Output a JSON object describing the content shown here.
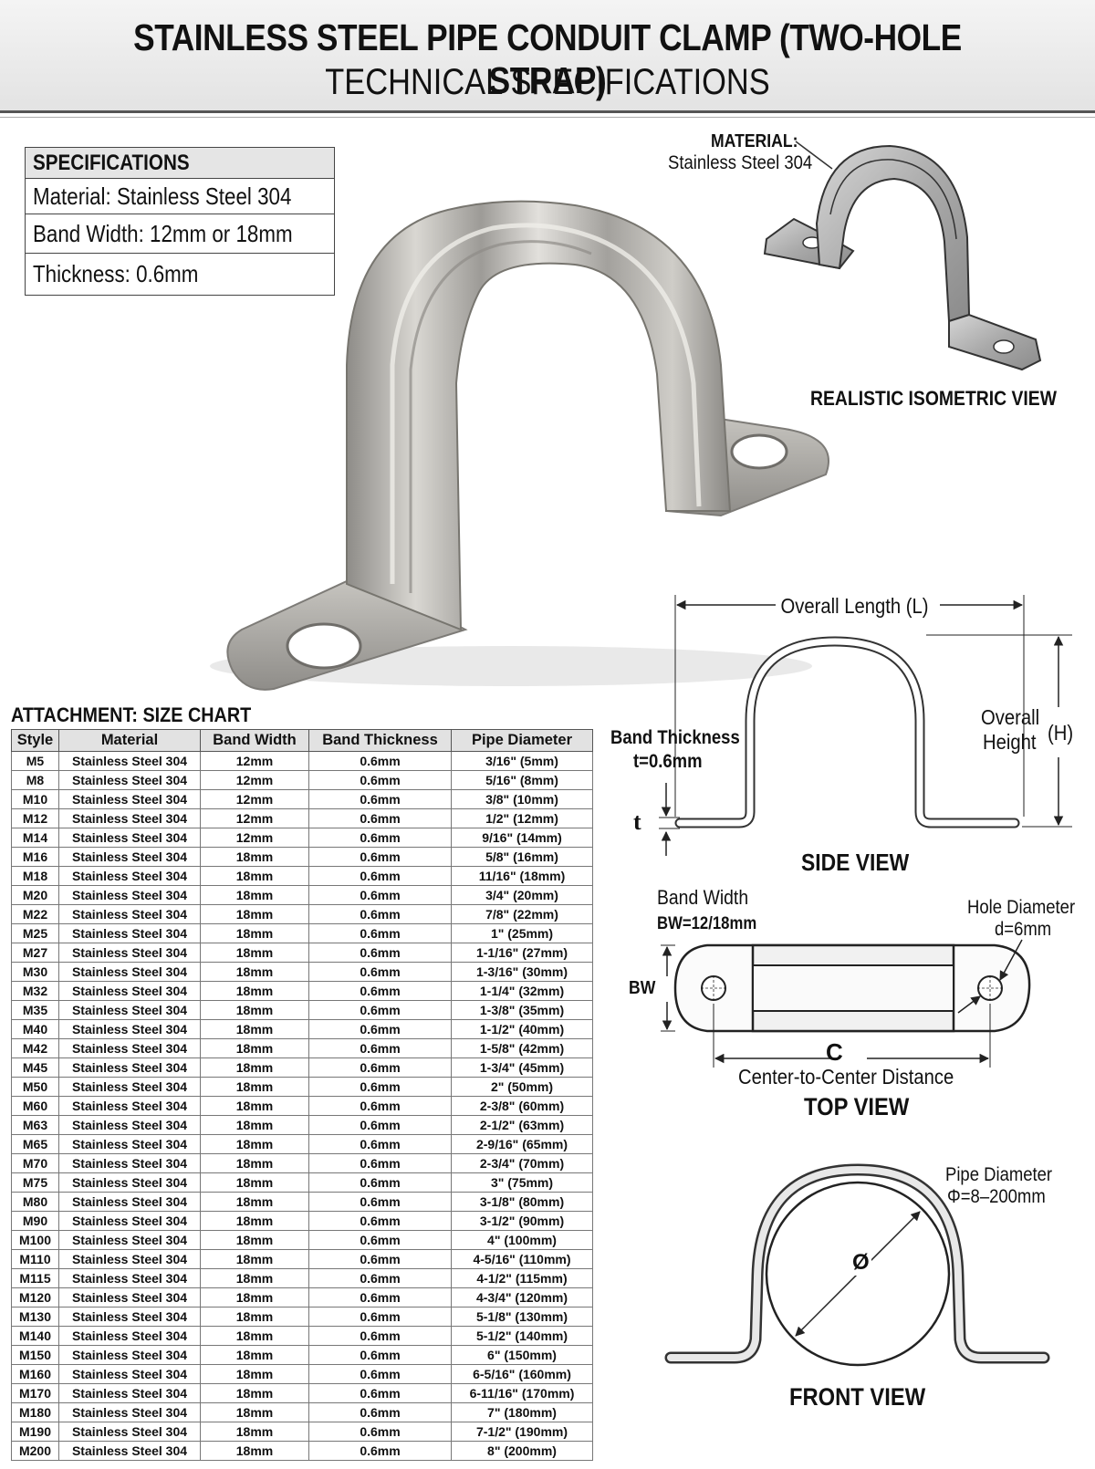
{
  "header": {
    "title": "STAINLESS STEEL PIPE CONDUIT CLAMP (TWO-HOLE STRAP)",
    "subtitle": "TECHNICAL SPECIFICATIONS"
  },
  "specifications": {
    "heading": "SPECIFICATIONS",
    "rows": [
      "Material: Stainless Steel 304",
      "Band Width: 12mm or 18mm",
      "Thickness: 0.6mm"
    ]
  },
  "isometric": {
    "material_label": "MATERIAL:",
    "material_value": "Stainless Steel 304",
    "caption": "REALISTIC ISOMETRIC VIEW"
  },
  "side_view": {
    "overall_length": "Overall Length (L)",
    "overall_height_1": "Overall",
    "overall_height_2": "Height",
    "height_symbol": "(H)",
    "band_thickness_1": "Band Thickness",
    "band_thickness_2": "t=0.6mm",
    "t_symbol": "t",
    "caption": "SIDE VIEW"
  },
  "top_view": {
    "band_width_1": "Band Width",
    "band_width_2": "BW=12/18mm",
    "bw_symbol": "BW",
    "hole_diameter_1": "Hole Diameter",
    "hole_diameter_2": "d=6mm",
    "c_symbol": "C",
    "center_distance": "Center-to-Center Distance",
    "caption": "TOP VIEW"
  },
  "front_view": {
    "pipe_diameter_1": "Pipe Diameter",
    "pipe_diameter_2": "Φ=8–200mm",
    "diameter_symbol": "Ø",
    "caption": "FRONT VIEW"
  },
  "size_chart": {
    "title": "ATTACHMENT: SIZE CHART",
    "columns": [
      "Style",
      "Material",
      "Band Width",
      "Band Thickness",
      "Pipe Diameter"
    ],
    "rows": [
      [
        "M5",
        "Stainless Steel 304",
        "12mm",
        "0.6mm",
        "3/16\" (5mm)"
      ],
      [
        "M8",
        "Stainless Steel 304",
        "12mm",
        "0.6mm",
        "5/16\" (8mm)"
      ],
      [
        "M10",
        "Stainless Steel 304",
        "12mm",
        "0.6mm",
        "3/8\" (10mm)"
      ],
      [
        "M12",
        "Stainless Steel 304",
        "12mm",
        "0.6mm",
        "1/2\" (12mm)"
      ],
      [
        "M14",
        "Stainless Steel 304",
        "12mm",
        "0.6mm",
        "9/16\" (14mm)"
      ],
      [
        "M16",
        "Stainless Steel 304",
        "18mm",
        "0.6mm",
        "5/8\" (16mm)"
      ],
      [
        "M18",
        "Stainless Steel 304",
        "18mm",
        "0.6mm",
        "11/16\" (18mm)"
      ],
      [
        "M20",
        "Stainless Steel 304",
        "18mm",
        "0.6mm",
        "3/4\" (20mm)"
      ],
      [
        "M22",
        "Stainless Steel 304",
        "18mm",
        "0.6mm",
        "7/8\" (22mm)"
      ],
      [
        "M25",
        "Stainless Steel 304",
        "18mm",
        "0.6mm",
        "1\" (25mm)"
      ],
      [
        "M27",
        "Stainless Steel 304",
        "18mm",
        "0.6mm",
        "1-1/16\" (27mm)"
      ],
      [
        "M30",
        "Stainless Steel 304",
        "18mm",
        "0.6mm",
        "1-3/16\" (30mm)"
      ],
      [
        "M32",
        "Stainless Steel 304",
        "18mm",
        "0.6mm",
        "1-1/4\" (32mm)"
      ],
      [
        "M35",
        "Stainless Steel 304",
        "18mm",
        "0.6mm",
        "1-3/8\" (35mm)"
      ],
      [
        "M40",
        "Stainless Steel 304",
        "18mm",
        "0.6mm",
        "1-1/2\" (40mm)"
      ],
      [
        "M42",
        "Stainless Steel 304",
        "18mm",
        "0.6mm",
        "1-5/8\" (42mm)"
      ],
      [
        "M45",
        "Stainless Steel 304",
        "18mm",
        "0.6mm",
        "1-3/4\" (45mm)"
      ],
      [
        "M50",
        "Stainless Steel 304",
        "18mm",
        "0.6mm",
        "2\" (50mm)"
      ],
      [
        "M60",
        "Stainless Steel 304",
        "18mm",
        "0.6mm",
        "2-3/8\" (60mm)"
      ],
      [
        "M63",
        "Stainless Steel 304",
        "18mm",
        "0.6mm",
        "2-1/2\" (63mm)"
      ],
      [
        "M65",
        "Stainless Steel 304",
        "18mm",
        "0.6mm",
        "2-9/16\" (65mm)"
      ],
      [
        "M70",
        "Stainless Steel 304",
        "18mm",
        "0.6mm",
        "2-3/4\" (70mm)"
      ],
      [
        "M75",
        "Stainless Steel 304",
        "18mm",
        "0.6mm",
        "3\" (75mm)"
      ],
      [
        "M80",
        "Stainless Steel 304",
        "18mm",
        "0.6mm",
        "3-1/8\" (80mm)"
      ],
      [
        "M90",
        "Stainless Steel 304",
        "18mm",
        "0.6mm",
        "3-1/2\" (90mm)"
      ],
      [
        "M100",
        "Stainless Steel 304",
        "18mm",
        "0.6mm",
        "4\" (100mm)"
      ],
      [
        "M110",
        "Stainless Steel 304",
        "18mm",
        "0.6mm",
        "4-5/16\" (110mm)"
      ],
      [
        "M115",
        "Stainless Steel 304",
        "18mm",
        "0.6mm",
        "4-1/2\" (115mm)"
      ],
      [
        "M120",
        "Stainless Steel 304",
        "18mm",
        "0.6mm",
        "4-3/4\" (120mm)"
      ],
      [
        "M130",
        "Stainless Steel 304",
        "18mm",
        "0.6mm",
        "5-1/8\" (130mm)"
      ],
      [
        "M140",
        "Stainless Steel 304",
        "18mm",
        "0.6mm",
        "5-1/2\" (140mm)"
      ],
      [
        "M150",
        "Stainless Steel 304",
        "18mm",
        "0.6mm",
        "6\" (150mm)"
      ],
      [
        "M160",
        "Stainless Steel 304",
        "18mm",
        "0.6mm",
        "6-5/16\" (160mm)"
      ],
      [
        "M170",
        "Stainless Steel 304",
        "18mm",
        "0.6mm",
        "6-11/16\" (170mm)"
      ],
      [
        "M180",
        "Stainless Steel 304",
        "18mm",
        "0.6mm",
        "7\" (180mm)"
      ],
      [
        "M190",
        "Stainless Steel 304",
        "18mm",
        "0.6mm",
        "7-1/2\" (190mm)"
      ],
      [
        "M200",
        "Stainless Steel 304",
        "18mm",
        "0.6mm",
        "8\" (200mm)"
      ]
    ]
  }
}
